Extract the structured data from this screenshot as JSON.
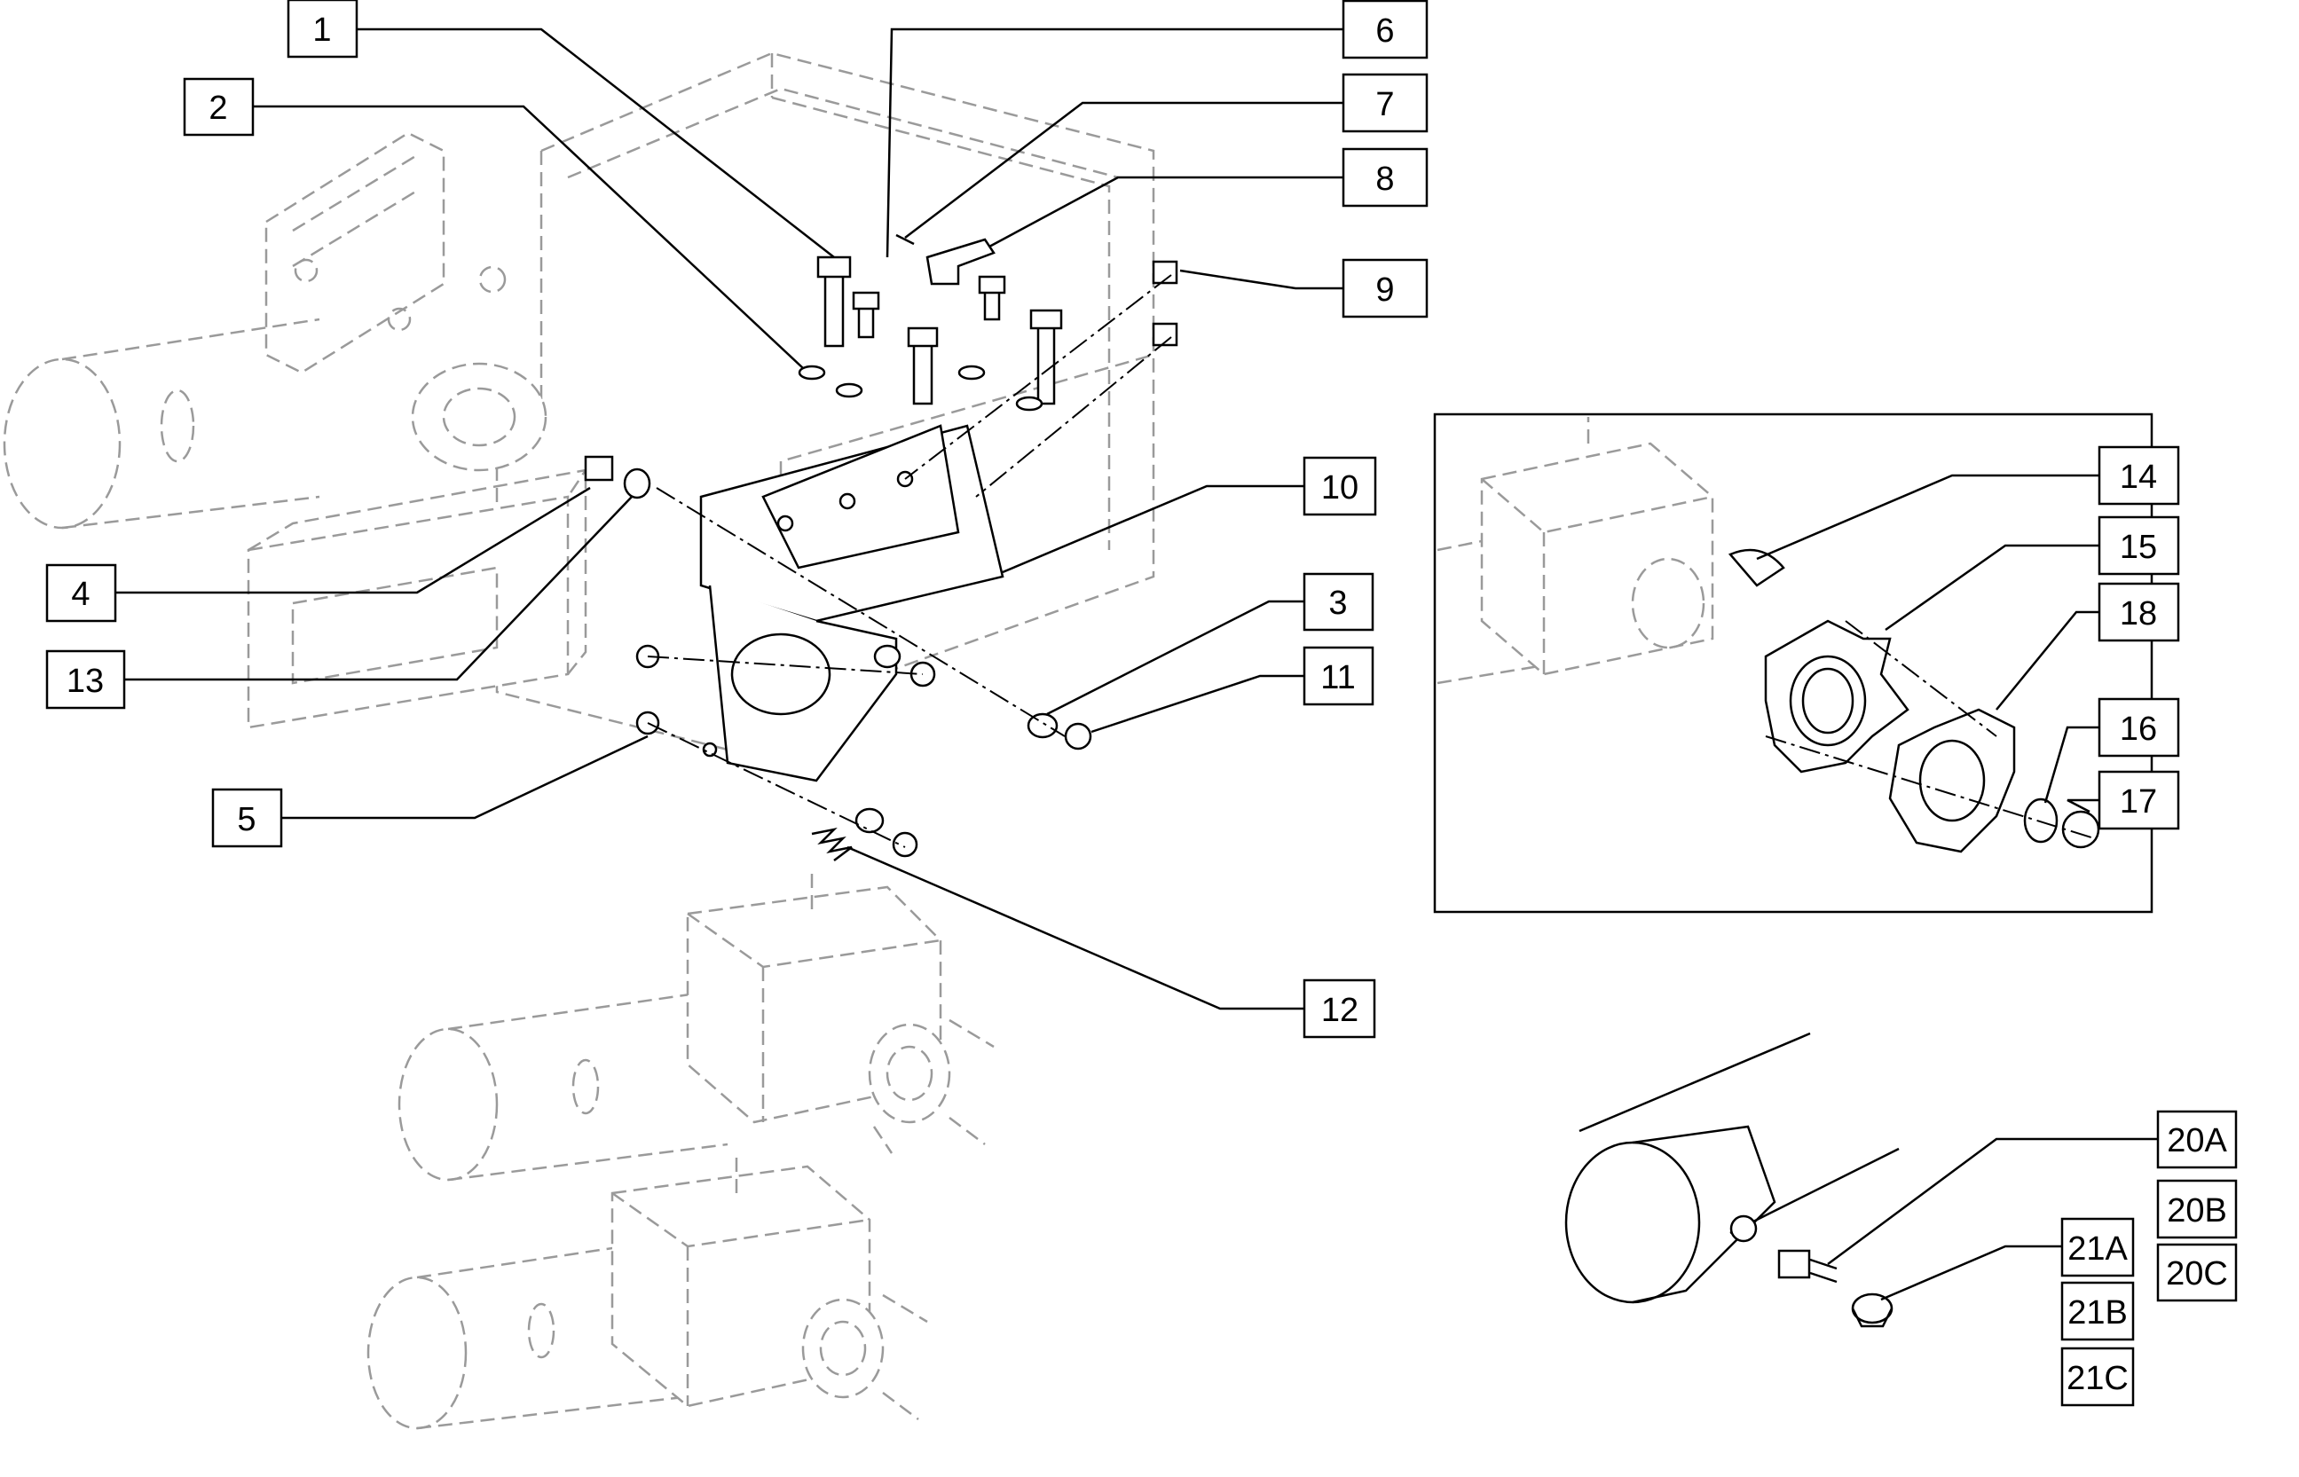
{
  "callouts": [
    {
      "id": "c1",
      "label": "1"
    },
    {
      "id": "c2",
      "label": "2"
    },
    {
      "id": "c3",
      "label": "3"
    },
    {
      "id": "c4",
      "label": "4"
    },
    {
      "id": "c5",
      "label": "5"
    },
    {
      "id": "c6",
      "label": "6"
    },
    {
      "id": "c7",
      "label": "7"
    },
    {
      "id": "c8",
      "label": "8"
    },
    {
      "id": "c9",
      "label": "9"
    },
    {
      "id": "c10",
      "label": "10"
    },
    {
      "id": "c11",
      "label": "11"
    },
    {
      "id": "c12",
      "label": "12"
    },
    {
      "id": "c13",
      "label": "13"
    },
    {
      "id": "c14",
      "label": "14"
    },
    {
      "id": "c15",
      "label": "15"
    },
    {
      "id": "c16",
      "label": "16"
    },
    {
      "id": "c17",
      "label": "17"
    },
    {
      "id": "c18",
      "label": "18"
    },
    {
      "id": "c20a",
      "label": "20A"
    },
    {
      "id": "c20b",
      "label": "20B"
    },
    {
      "id": "c20c",
      "label": "20C"
    },
    {
      "id": "c21a",
      "label": "21A"
    },
    {
      "id": "c21b",
      "label": "21B"
    },
    {
      "id": "c21c",
      "label": "21C"
    }
  ],
  "colors": {
    "ink": "#000000",
    "ghost": "#9a9a9a",
    "background": "#ffffff"
  }
}
